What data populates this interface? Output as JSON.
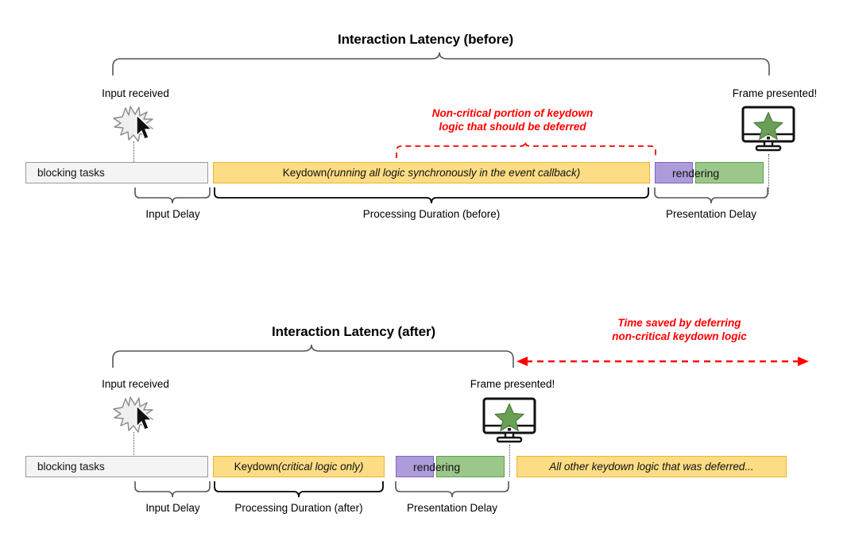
{
  "meta": {
    "figure_type": "timeline-diagram",
    "colors": {
      "yellow_fill": "#fcdc85",
      "yellow_border": "#f0b429",
      "purple_fill": "#ae9bd9",
      "purple_border": "#7d64c0",
      "green_fill": "#9cc78a",
      "green_border": "#5e9e4a",
      "gray_fill": "#f4f4f4",
      "gray_border": "#9a9a9a",
      "annotation_red": "#ff0000",
      "brace_gray": "#555555",
      "star_green": "#6aa055"
    }
  },
  "before": {
    "title": "Interaction Latency (before)",
    "input_label": "Input received",
    "frame_label": "Frame presented!",
    "red_note_line1": "Non-critical portion of keydown",
    "red_note_line2": "logic that should be deferred",
    "bars": {
      "blocking": "blocking tasks",
      "keydown_plain": "Keydown ",
      "keydown_italic": "(running all logic synchronously in the event callback)",
      "rendering": "rendering"
    },
    "phases": {
      "input_delay": "Input Delay",
      "processing": "Processing Duration (before)",
      "presentation": "Presentation Delay"
    }
  },
  "after": {
    "title": "Interaction Latency (after)",
    "input_label": "Input received",
    "frame_label": "Frame presented!",
    "red_note_line1": "Time saved by deferring",
    "red_note_line2": "non-critical keydown logic",
    "bars": {
      "blocking": "blocking tasks",
      "keydown_plain": "Keydown ",
      "keydown_italic": "(critical logic only)",
      "rendering": "rendering",
      "deferred": "All other keydown logic that was deferred..."
    },
    "phases": {
      "input_delay": "Input Delay",
      "processing": "Processing Duration (after)",
      "presentation": "Presentation Delay"
    }
  },
  "icons": {
    "burst": "burst-star-icon",
    "cursor": "mouse-cursor-icon",
    "monitor": "monitor-with-star-icon"
  }
}
